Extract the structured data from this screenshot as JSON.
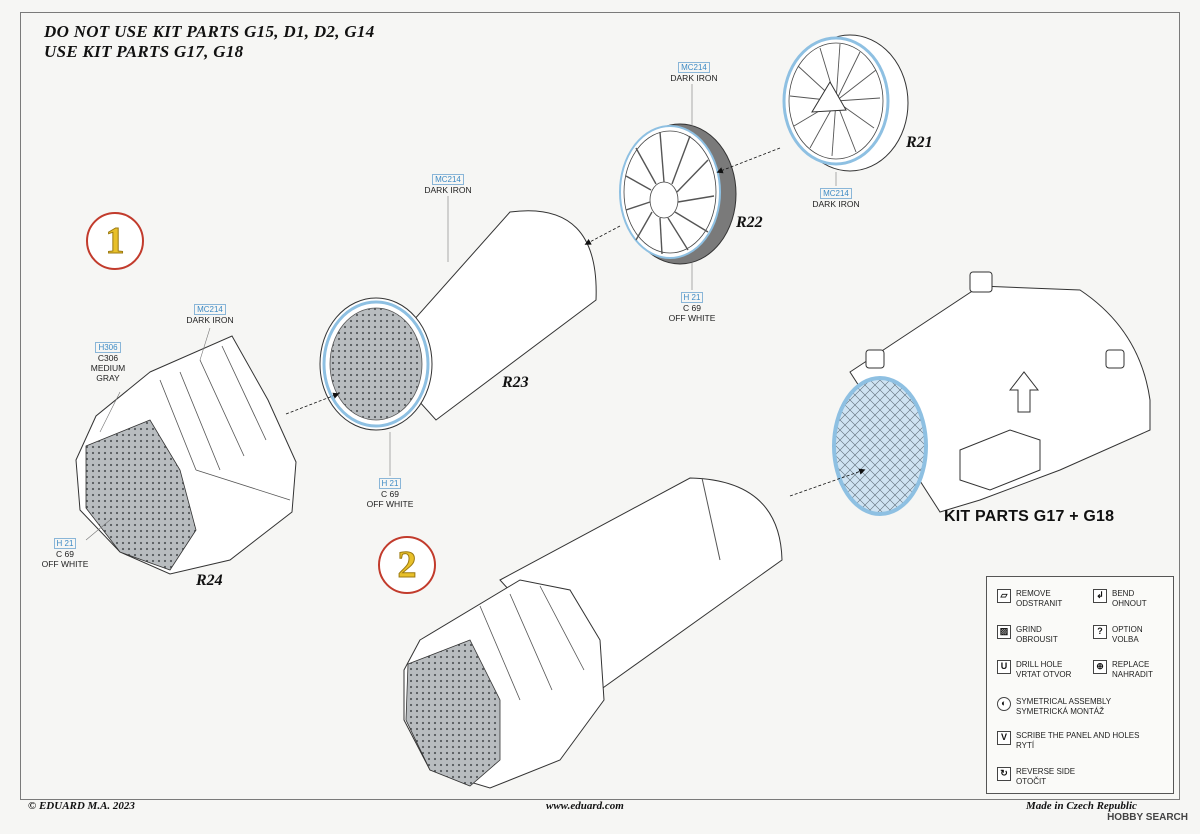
{
  "header": {
    "line1": "DO NOT USE KIT PARTS G15, D1, D2, G14",
    "line2": "USE KIT PARTS G17, G18"
  },
  "steps": [
    "1",
    "2"
  ],
  "parts": {
    "r21": "R21",
    "r22": "R22",
    "r23": "R23",
    "r24": "R24"
  },
  "callouts": {
    "r22_top": {
      "code": "MC214",
      "name": "DARK IRON"
    },
    "r21_bottom": {
      "code": "MC214",
      "name": "DARK IRON"
    },
    "r22_bottom": {
      "code": "H 21",
      "c": "C 69",
      "name": "OFF WHITE"
    },
    "r23_top": {
      "code": "MC214",
      "name": "DARK IRON"
    },
    "r23_bottom": {
      "code": "H 21",
      "c": "C 69",
      "name": "OFF WHITE"
    },
    "r24_top": {
      "code": "MC214",
      "name": "DARK IRON"
    },
    "r24_gray": {
      "code": "H306",
      "c": "C306",
      "name1": "MEDIUM",
      "name2": "GRAY"
    },
    "r24_bottom": {
      "code": "H 21",
      "c": "C 69",
      "name": "OFF WHITE"
    }
  },
  "kit_parts_label": "KIT PARTS G17 + G18",
  "legend": [
    {
      "icon": "remove-icon",
      "l1": "REMOVE",
      "l2": "ODSTRANIT"
    },
    {
      "icon": "bend-icon",
      "l1": "BEND",
      "l2": "OHNOUT"
    },
    {
      "icon": "grind-icon",
      "l1": "GRIND",
      "l2": "OBROUSIT"
    },
    {
      "icon": "option-icon",
      "l1": "OPTION",
      "l2": "VOLBA"
    },
    {
      "icon": "drill-hole-icon",
      "l1": "DRILL HOLE",
      "l2": "VRTAT OTVOR"
    },
    {
      "icon": "replace-icon",
      "l1": "REPLACE",
      "l2": "NAHRADIT"
    },
    {
      "icon": "symmetrical-icon",
      "l1": "SYMETRICAL ASSEMBLY",
      "l2": "SYMETRICKÁ MONTÁŽ"
    },
    {
      "icon": "scribe-icon",
      "l1": "SCRIBE THE PANEL AND HOLES",
      "l2": "RYTÍ"
    },
    {
      "icon": "reverse-side-icon",
      "l1": "REVERSE SIDE",
      "l2": "OTOČIT"
    }
  ],
  "footer": {
    "left": "© EDUARD  M.A. 2023",
    "center": "www.eduard.com",
    "right": "Made in Czech Republic"
  },
  "watermark": "HOBBY SEARCH",
  "colors": {
    "step_ring": "#c23b2c",
    "step_digit": "#e8c02a",
    "paint_code": "#3d8ac4",
    "part_highlight": "#9cc8e6"
  }
}
